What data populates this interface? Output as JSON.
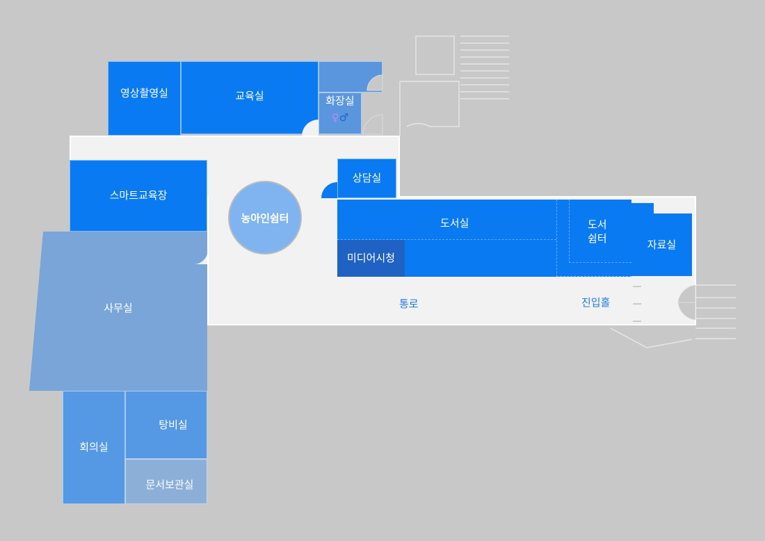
{
  "rooms": {
    "video_studio": "영상촬영실",
    "classroom": "교육실",
    "restroom": "화장실",
    "counseling": "상담실",
    "smart_classroom": "스마트교육장",
    "deaf_lounge": "농아인쉼터",
    "library": "도서실",
    "media_viewing": "미디어시청",
    "library_lounge": "도서\n쉼터",
    "archive": "자료실",
    "office": "사무실",
    "meeting_room": "회의실",
    "pantry": "탕비실",
    "document_storage": "문서보관실",
    "corridor": "통로",
    "entrance_hall": "진입홀"
  },
  "colors": {
    "primary": "#0a7af2",
    "media": "#1f62c4",
    "office": "#79a5d9",
    "meeting": "#5598e4",
    "storage": "#8cafd8",
    "restroom": "#5a96de",
    "lounge": "#7fb4f1",
    "floor": "#f2f2f2",
    "background": "#c8c8c8"
  }
}
